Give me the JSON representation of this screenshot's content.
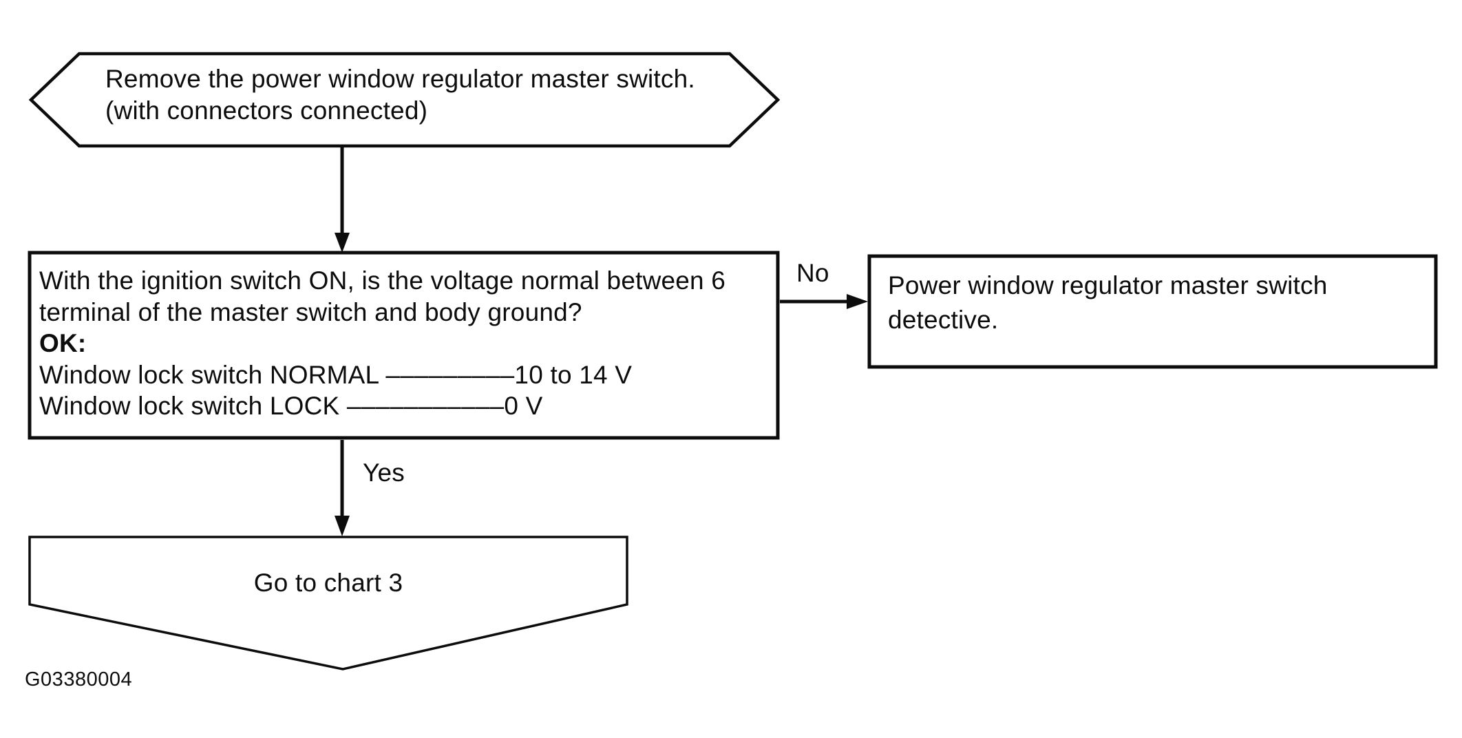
{
  "figure": {
    "id": "G03380004"
  },
  "flowchart": {
    "start": {
      "line1": "Remove the power window regulator master switch.",
      "line2": "(with connectors connected)"
    },
    "decision": {
      "line1": "With the ignition switch ON, is the voltage normal between 6",
      "line2": "terminal of the master switch and body ground?",
      "ok_heading": "OK:",
      "spec_normal": "Window lock switch NORMAL –––––––––10 to 14 V",
      "spec_lock": "Window lock switch LOCK –––––––––––0 V"
    },
    "no_branch": {
      "label": "No",
      "result_line1": "Power window regulator master switch",
      "result_line2": "detective."
    },
    "yes_branch": {
      "label": "Yes",
      "target_label": "Go to chart 3"
    }
  },
  "colors": {
    "ink": "#0c0c0c",
    "paper": "#ffffff"
  }
}
